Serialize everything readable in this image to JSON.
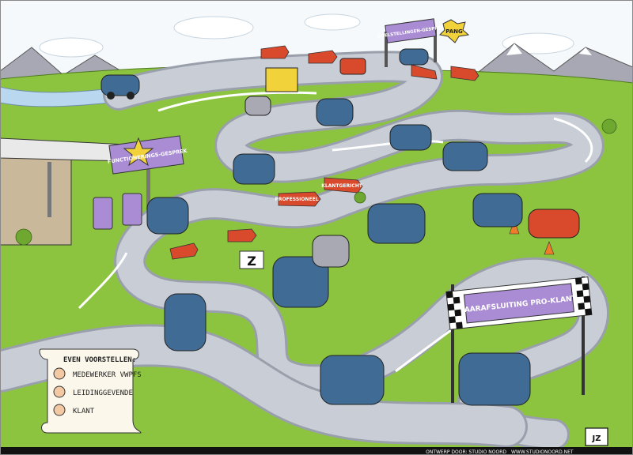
{
  "colors": {
    "sky": "#f4f8fb",
    "grass": "#8cc43f",
    "grass_dark": "#6fa830",
    "road": "#c9cdd6",
    "road_edge": "#9aa0ab",
    "car_blue": "#3f6b94",
    "sign_purple": "#a98cd3",
    "sign_red": "#d9492b",
    "mountain": "#a9a9b4",
    "footer": "#111111"
  },
  "signs": {
    "functioneringsgesprek": "FUNCTIONERINGS-GESPREK",
    "doelstellingengesprek": "DOELSTELLINGEN-GESPREK",
    "jaarafsluiting": "JAARAFSLUITING PRO-KLANT",
    "pang": "PANG",
    "z_sign": "Z",
    "arrow_professioneel": "PROFESSIONEEL",
    "arrow_klantgericht": "KLANTGERICHT"
  },
  "legend": {
    "title": "EVEN VOORSTELLEN:",
    "items": [
      {
        "icon": "woman-face-icon",
        "label": "MEDEWERKER VWPFS"
      },
      {
        "icon": "man-face-icon",
        "label": "LEIDINGGEVENDE"
      },
      {
        "icon": "mustache-man-icon",
        "label": "KLANT"
      }
    ]
  },
  "footer": {
    "credit": "ONTWERP DOOR: STUDIO NOORD",
    "url": "WWW.STUDIONOORD.NET",
    "logo": "JZ"
  }
}
